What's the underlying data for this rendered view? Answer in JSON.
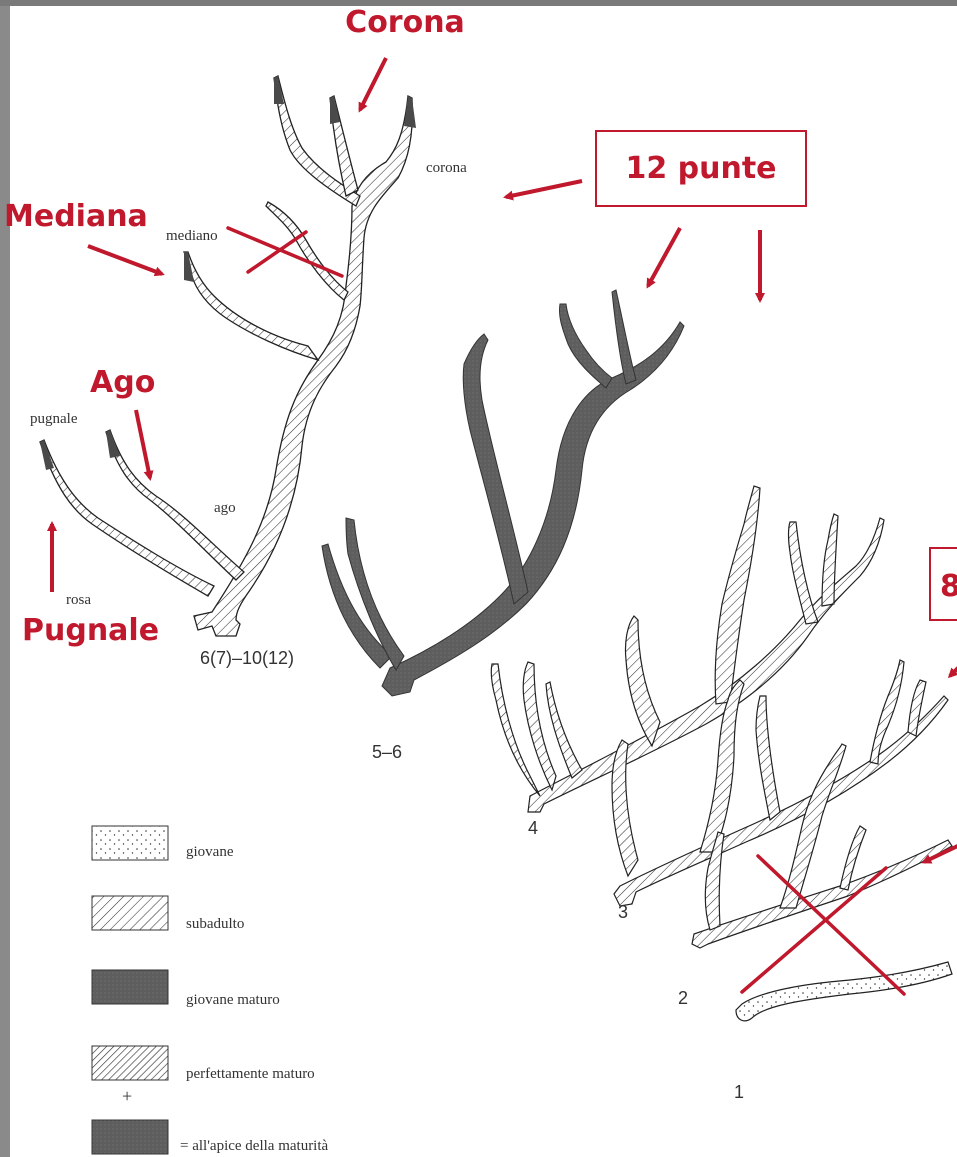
{
  "callouts": {
    "corona": "Corona",
    "punte12": "12 punte",
    "mediana": "Mediana",
    "ago": "Ago",
    "pugnale": "Pugnale",
    "eight_partial": "8"
  },
  "labels": {
    "corona": "corona",
    "mediano": "mediano",
    "pugnale": "pugnale",
    "ago": "ago",
    "rosa": "rosa"
  },
  "ages": {
    "a1": "6(7)–10(12)",
    "a2": "5–6",
    "a3": "4",
    "a4": "3",
    "a5": "2",
    "a6": "1"
  },
  "legend": [
    {
      "label": "giovane"
    },
    {
      "label": "subadulto"
    },
    {
      "label": "giovane  maturo"
    },
    {
      "label": "perfettamente  maturo"
    },
    {
      "label": "= all'apice della maturità"
    }
  ],
  "legend_plus": "+",
  "colors": {
    "accent_red": "#c0182c",
    "dark_antler": "#5a5a5a",
    "ink": "#2a2a2a"
  }
}
